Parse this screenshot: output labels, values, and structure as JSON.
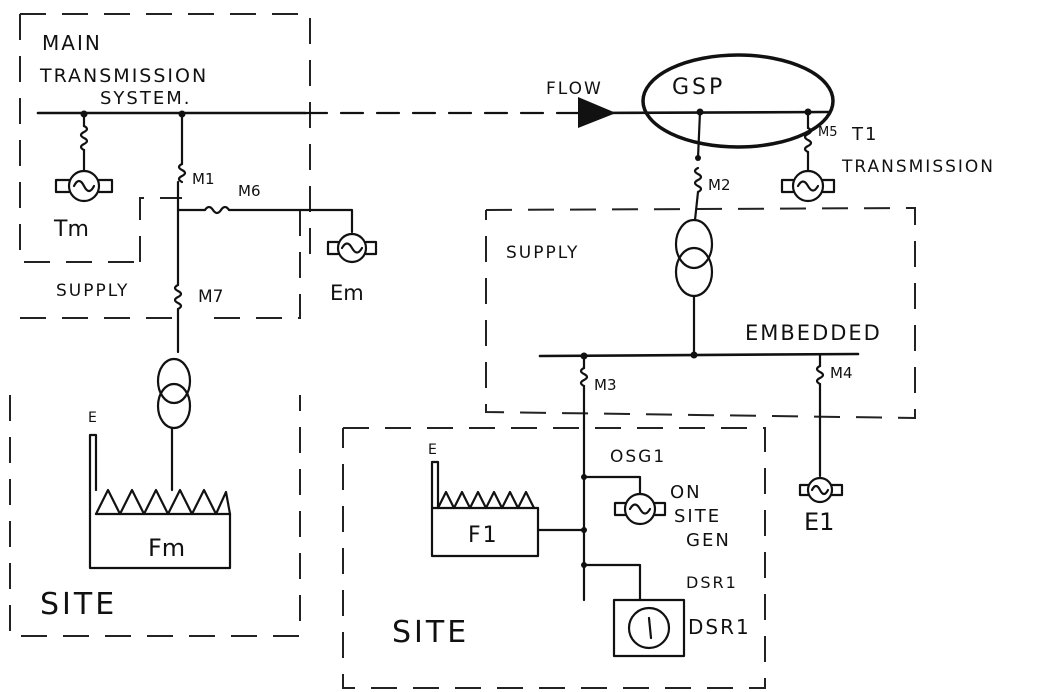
{
  "labels": {
    "main_line1": "MAIN",
    "main_line2": "TRANSMISSION",
    "main_line3": "SYSTEM.",
    "tm": "Tm",
    "m1": "M1",
    "m6": "M6",
    "supply_left": "SUPPLY",
    "m7": "M7",
    "em": "Em",
    "fm": "Fm",
    "site_left": "SITE",
    "flow": "FLOW",
    "gsp": "GSP",
    "m5": "M5",
    "t1": "T1",
    "transmission": "TRANSMISSION",
    "m2": "M2",
    "supply_right": "SUPPLY",
    "embedded": "EMBEDDED",
    "m3": "M3",
    "m4": "M4",
    "osg1": "OSG1",
    "on": "ON",
    "site_word": "SITE",
    "gen": "GEN",
    "e1": "E1",
    "f1": "F1",
    "dsr1_top": "DSR1",
    "dsr1": "DSR1",
    "site_center": "SITE",
    "stack_left": "E",
    "stack_center": "E"
  }
}
